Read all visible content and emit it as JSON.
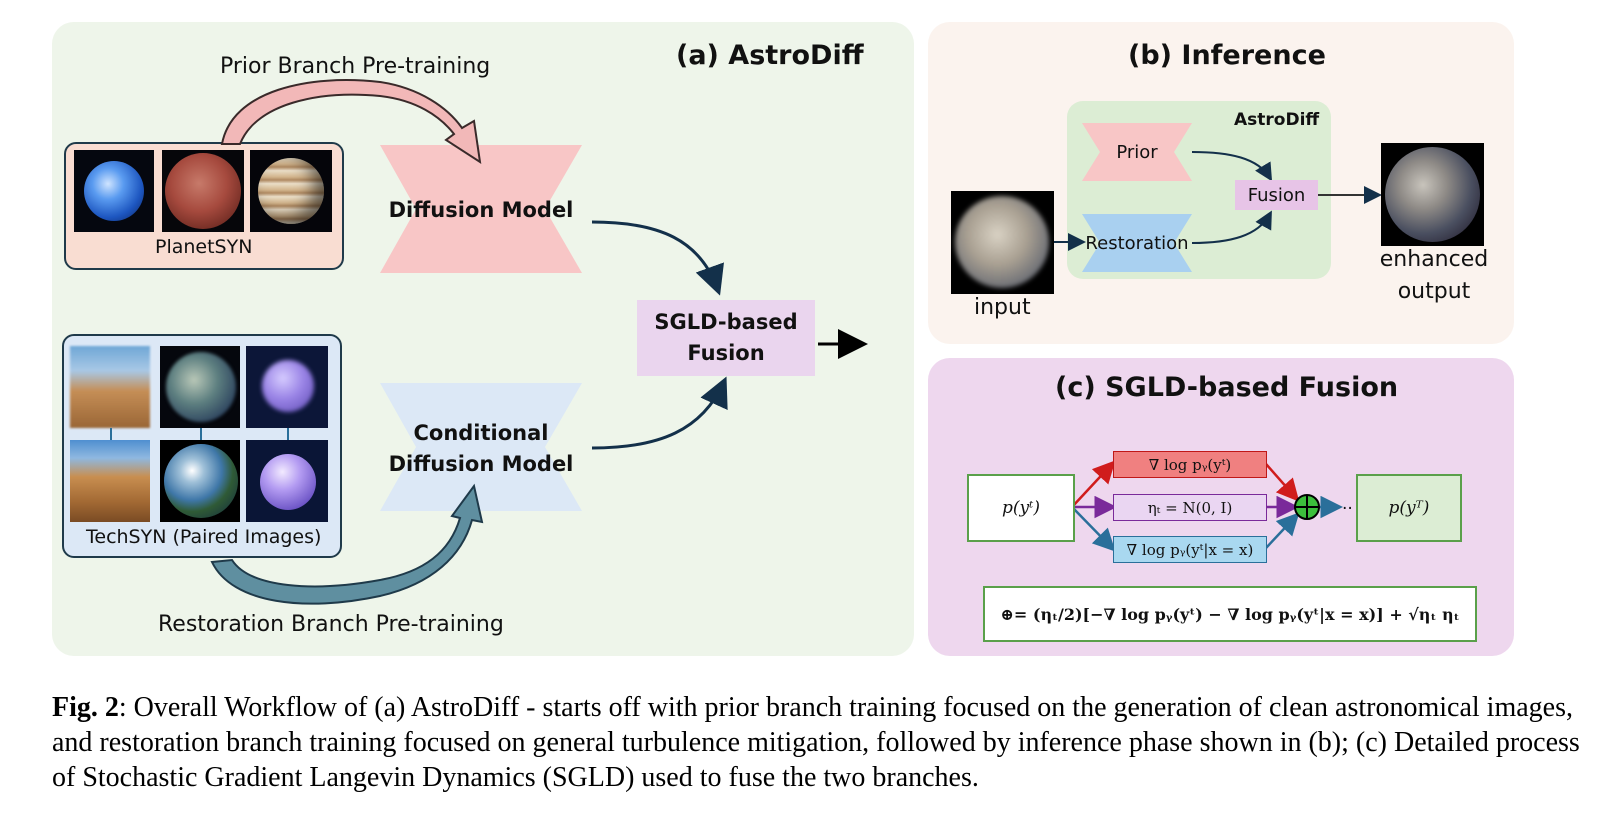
{
  "panel_a": {
    "title": "(a) AstroDiff",
    "prior_arrow_label": "Prior Branch Pre-training",
    "planet_dataset_label": "PlanetSYN",
    "diffusion_model_label": "Diffusion Model",
    "conditional_model_label": "Conditional\nDiffusion Model",
    "fusion_label": "SGLD-based\nFusion",
    "tech_dataset_label": "TechSYN (Paired Images)",
    "restoration_arrow_label": "Restoration  Branch Pre-training"
  },
  "panel_b": {
    "title": "(b) Inference",
    "astrodiff_label": "AstroDiff",
    "prior_label": "Prior",
    "restoration_label": "Restoration",
    "fusion_label": "Fusion",
    "input_label": "input",
    "output_label": "enhanced\noutput"
  },
  "panel_c": {
    "title": "(c) SGLD-based Fusion",
    "start_box": "p(yᵗ)",
    "grad_prior": "∇ log pᵧ(yᵗ)",
    "noise_term": "ηₜ = N(0, I)",
    "grad_cond": "∇ log pᵧ(yᵗ|x = x)",
    "ellipsis": "..",
    "end_box": "p(yᵀ)",
    "formula": "⊕= (ηₜ/2)[−∇ log pᵧ(yᵗ) − ∇ log pᵧ(yᵗ|x = x)] + √ηₜ ηₜ"
  },
  "caption": {
    "label": "Fig. 2",
    "text": ": Overall Workflow of (a) AstroDiff - starts off with prior branch training focused on the generation of clean astronomical images, and restoration branch training focused on general turbulence mitigation, followed by inference phase shown in (b); (c) Detailed process of Stochastic Gradient Langevin Dynamics (SGLD) used to fuse the two branches."
  },
  "colors": {
    "panel_a_bg": "#eef5ea",
    "panel_b_bg": "#fbf3ee",
    "panel_c_bg": "#eed7ee",
    "prior_pink": "#f8c6c6",
    "cond_blue": "#dce8f6",
    "fusion_purple": "#ead5ee",
    "grad_prior_red": "#f08080",
    "noise_purple": "#ead6f2",
    "grad_cond_blue": "#a9d8f0",
    "green_border": "#5aa04a"
  }
}
